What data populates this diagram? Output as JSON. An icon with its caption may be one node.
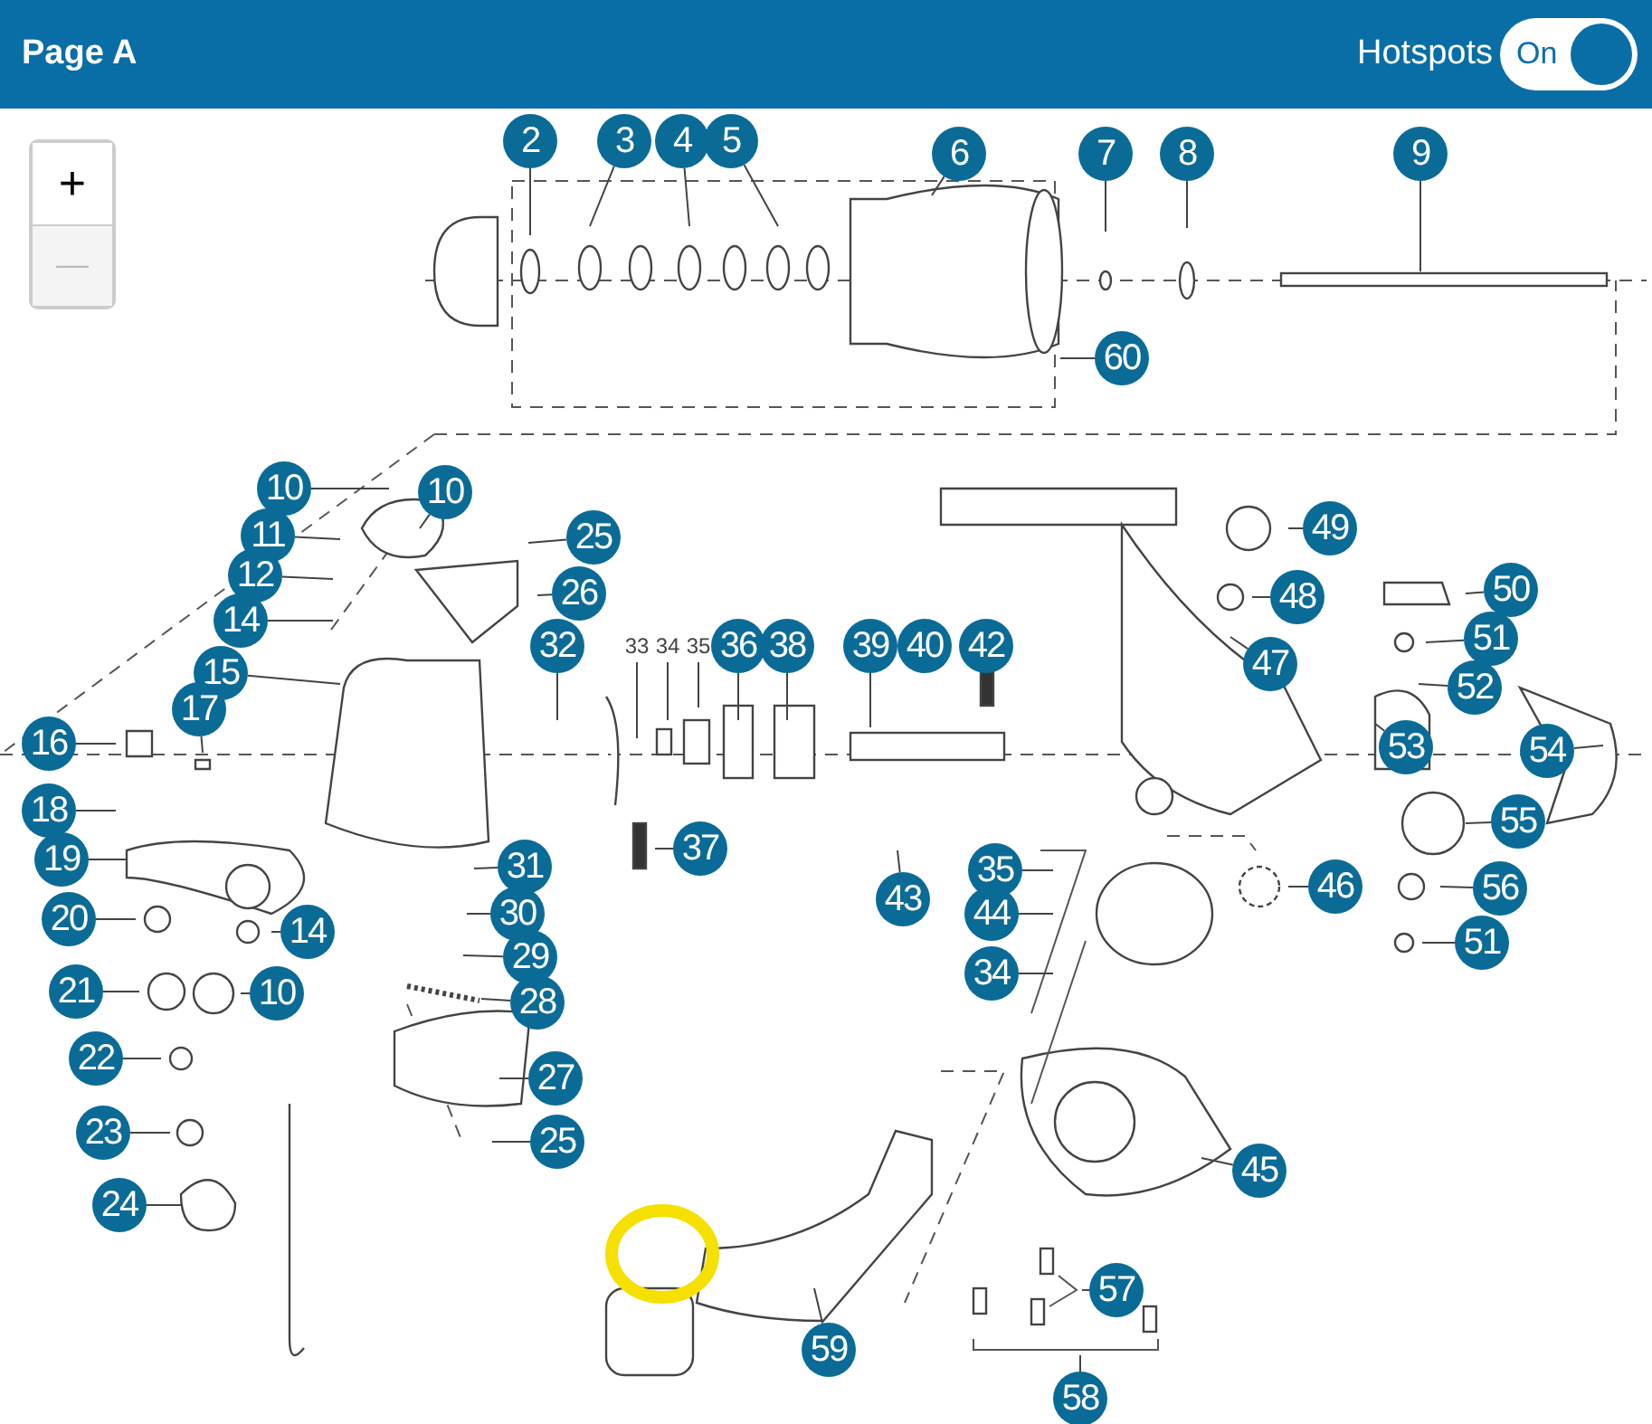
{
  "diagram": {
    "title": "Page A",
    "nodes": [
      {
        "text": [
          "2"
        ]
      },
      {
        "text": [
          "3"
        ]
      },
      {
        "text": [
          "4"
        ]
      },
      {
        "text": [
          "5"
        ]
      },
      {
        "text": [
          "6"
        ]
      },
      {
        "text": [
          "7"
        ]
      },
      {
        "text": [
          "8"
        ]
      },
      {
        "text": [
          "9"
        ]
      },
      {
        "text": [
          "60"
        ]
      },
      {
        "text": [
          "10"
        ]
      },
      {
        "text": [
          "10"
        ]
      },
      {
        "text": [
          "11"
        ]
      },
      {
        "text": [
          "12"
        ]
      },
      {
        "text": [
          "14"
        ]
      },
      {
        "text": [
          "25"
        ]
      },
      {
        "text": [
          "26"
        ]
      },
      {
        "text": [
          "15"
        ]
      },
      {
        "text": [
          "17"
        ]
      },
      {
        "text": [
          "16"
        ]
      },
      {
        "text": [
          "32"
        ]
      },
      {
        "text": [
          "33"
        ]
      },
      {
        "text": [
          "34"
        ]
      },
      {
        "text": [
          "35"
        ]
      },
      {
        "text": [
          "36"
        ]
      },
      {
        "text": [
          "38"
        ]
      },
      {
        "text": [
          "39"
        ]
      },
      {
        "text": [
          "40"
        ]
      },
      {
        "text": [
          "42"
        ]
      },
      {
        "text": [
          "18"
        ]
      },
      {
        "text": [
          "19"
        ]
      },
      {
        "text": [
          "37"
        ]
      },
      {
        "text": [
          "31"
        ]
      },
      {
        "text": [
          "30"
        ]
      },
      {
        "text": [
          "20"
        ]
      },
      {
        "text": [
          "14"
        ]
      },
      {
        "text": [
          "43"
        ]
      },
      {
        "text": [
          "35"
        ]
      },
      {
        "text": [
          "44"
        ]
      },
      {
        "text": [
          "29"
        ]
      },
      {
        "text": [
          "34"
        ]
      },
      {
        "text": [
          "46"
        ]
      },
      {
        "text": [
          "47"
        ]
      },
      {
        "text": [
          "48"
        ]
      },
      {
        "text": [
          "49"
        ]
      },
      {
        "text": [
          "50"
        ]
      },
      {
        "text": [
          "51"
        ]
      },
      {
        "text": [
          "52"
        ]
      },
      {
        "text": [
          "53"
        ]
      },
      {
        "text": [
          "54"
        ]
      },
      {
        "text": [
          "55"
        ]
      },
      {
        "text": [
          "56"
        ]
      },
      {
        "text": [
          "51"
        ]
      },
      {
        "text": [
          "10"
        ]
      },
      {
        "text": [
          "21"
        ]
      },
      {
        "text": [
          "28"
        ]
      },
      {
        "text": [
          "22"
        ]
      },
      {
        "text": [
          "27"
        ]
      },
      {
        "text": [
          "25"
        ]
      },
      {
        "text": [
          "23"
        ]
      },
      {
        "text": [
          "24"
        ]
      },
      {
        "text": [
          "45"
        ]
      },
      {
        "text": [
          "57"
        ]
      },
      {
        "text": [
          "59"
        ]
      },
      {
        "text": [
          "58"
        ]
      }
    ],
    "edges": [
      {
        "from": 0,
        "to": null,
        "arrow": "none"
      },
      {
        "from": 1,
        "to": null,
        "arrow": "none"
      },
      {
        "from": 2,
        "to": null,
        "arrow": "none"
      },
      {
        "from": 3,
        "to": null,
        "arrow": "none"
      },
      {
        "from": 4,
        "to": null,
        "arrow": "none"
      },
      {
        "from": 5,
        "to": null,
        "arrow": "none"
      },
      {
        "from": 6,
        "to": null,
        "arrow": "none"
      },
      {
        "from": 7,
        "to": null,
        "arrow": "none"
      },
      {
        "from": 8,
        "to": null,
        "arrow": "none"
      },
      {
        "from": 9,
        "to": null,
        "arrow": "none"
      },
      {
        "from": 10,
        "to": null,
        "arrow": "none"
      },
      {
        "from": 11,
        "to": null,
        "arrow": "none"
      },
      {
        "from": 12,
        "to": null,
        "arrow": "none"
      },
      {
        "from": 13,
        "to": null,
        "arrow": "none"
      },
      {
        "from": 14,
        "to": null,
        "arrow": "none"
      },
      {
        "from": 15,
        "to": null,
        "arrow": "none"
      },
      {
        "from": 16,
        "to": null,
        "arrow": "none"
      },
      {
        "from": 17,
        "to": null,
        "arrow": "none"
      },
      {
        "from": 18,
        "to": null,
        "arrow": "none"
      },
      {
        "from": 19,
        "to": null,
        "arrow": "none"
      },
      {
        "from": 20,
        "to": null,
        "arrow": "none"
      },
      {
        "from": 21,
        "to": null,
        "arrow": "none"
      },
      {
        "from": 22,
        "to": null,
        "arrow": "none"
      },
      {
        "from": 23,
        "to": null,
        "arrow": "none"
      },
      {
        "from": 24,
        "to": null,
        "arrow": "none"
      },
      {
        "from": 25,
        "to": null,
        "arrow": "none"
      },
      {
        "from": 28,
        "to": null,
        "arrow": "none"
      },
      {
        "from": 29,
        "to": null,
        "arrow": "none"
      },
      {
        "from": 30,
        "to": null,
        "arrow": "none"
      },
      {
        "from": 31,
        "to": null,
        "arrow": "none"
      },
      {
        "from": 32,
        "to": null,
        "arrow": "none"
      },
      {
        "from": 33,
        "to": null,
        "arrow": "none"
      },
      {
        "from": 34,
        "to": null,
        "arrow": "none"
      },
      {
        "from": 35,
        "to": null,
        "arrow": "none"
      },
      {
        "from": 36,
        "to": null,
        "arrow": "none"
      },
      {
        "from": 37,
        "to": null,
        "arrow": "none"
      },
      {
        "from": 38,
        "to": null,
        "arrow": "none"
      },
      {
        "from": 39,
        "to": null,
        "arrow": "none"
      },
      {
        "from": 40,
        "to": null,
        "arrow": "none"
      },
      {
        "from": 41,
        "to": null,
        "arrow": "none"
      },
      {
        "from": 42,
        "to": null,
        "arrow": "none"
      },
      {
        "from": 43,
        "to": null,
        "arrow": "none"
      },
      {
        "from": 44,
        "to": null,
        "arrow": "none"
      },
      {
        "from": 45,
        "to": null,
        "arrow": "none"
      },
      {
        "from": 46,
        "to": null,
        "arrow": "none"
      },
      {
        "from": 47,
        "to": null,
        "arrow": "none"
      },
      {
        "from": 48,
        "to": null,
        "arrow": "none"
      },
      {
        "from": 49,
        "to": null,
        "arrow": "none"
      },
      {
        "from": 50,
        "to": null,
        "arrow": "none"
      },
      {
        "from": 51,
        "to": null,
        "arrow": "none"
      },
      {
        "from": 52,
        "to": null,
        "arrow": "none"
      },
      {
        "from": 53,
        "to": null,
        "arrow": "none"
      },
      {
        "from": 54,
        "to": null,
        "arrow": "none"
      },
      {
        "from": 55,
        "to": null,
        "arrow": "none"
      },
      {
        "from": 56,
        "to": null,
        "arrow": "none"
      },
      {
        "from": 57,
        "to": null,
        "arrow": "none"
      },
      {
        "from": 58,
        "to": null,
        "arrow": "none"
      },
      {
        "from": 59,
        "to": null,
        "arrow": "none"
      },
      {
        "from": 60,
        "to": null,
        "arrow": "none"
      },
      {
        "from": 61,
        "to": null,
        "arrow": "none"
      },
      {
        "from": 62,
        "to": null,
        "arrow": "none"
      },
      {
        "from": 63,
        "to": null,
        "arrow": "none"
      }
    ],
    "labels": [
      "Hotspots",
      "On",
      "+",
      "—"
    ]
  }
}
